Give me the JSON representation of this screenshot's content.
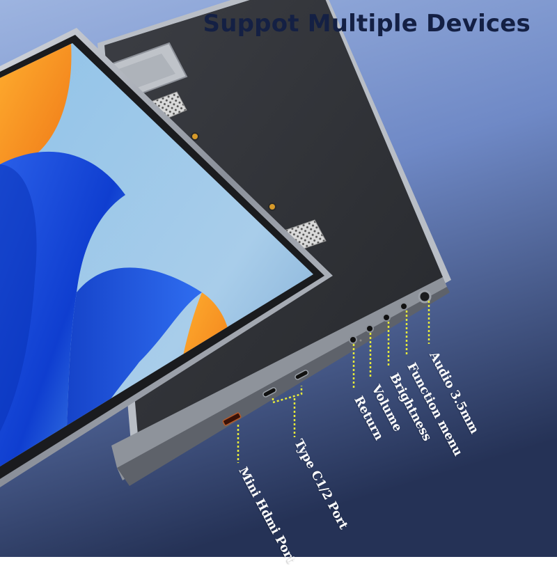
{
  "headline": "Suppot Multiple Devices",
  "labels": {
    "audio": "Audio 3.5mm",
    "function_menu": "Function menu",
    "brightness": "Brightness",
    "volume": "Volume",
    "return": "Return",
    "type_c": "Type C1/2 Port",
    "mini_hdmi": "Mini Hdmi Port"
  },
  "colors": {
    "background_top": "#8aa4d8",
    "background_bottom": "#2b3760",
    "headline": "#142044",
    "callout": "#e6ea3a",
    "label": "#ffffff"
  }
}
